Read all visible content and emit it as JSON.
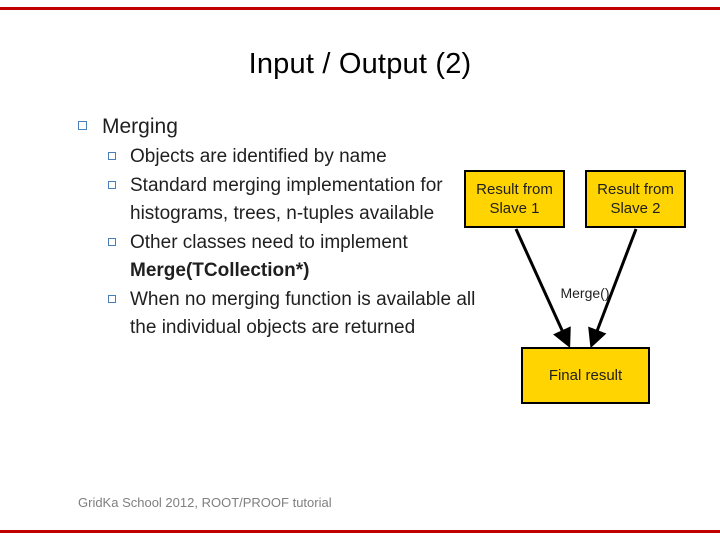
{
  "slide": {
    "title": "Input / Output (2)",
    "footer": "GridKa School 2012, ROOT/PROOF tutorial",
    "accent_color": "#c00000",
    "bullet_color": "#4a7ebb",
    "box_fill": "#ffd400",
    "bullets": [
      {
        "level": 1,
        "text": "Merging"
      },
      {
        "level": 2,
        "text": "Objects are identified by name"
      },
      {
        "level": 2,
        "text": "Standard merging implementation for histograms, trees, n-tuples available"
      },
      {
        "level": 2,
        "text": "Other classes need to implement",
        "bold_text": "Merge(TCollection*)"
      },
      {
        "level": 2,
        "text": "When no merging function is available all the individual objects are returned"
      }
    ]
  },
  "diagram": {
    "slave1_label": "Result from Slave 1",
    "slave2_label": "Result from Slave 2",
    "merge_label": "Merge()",
    "final_label": "Final result"
  }
}
